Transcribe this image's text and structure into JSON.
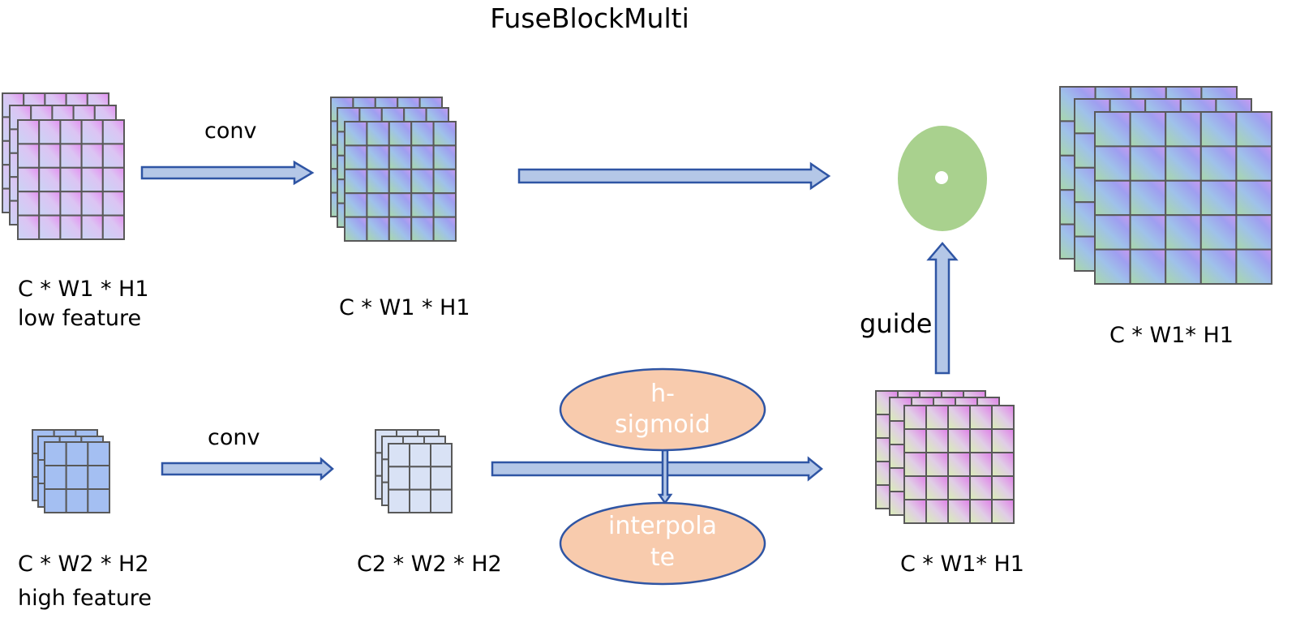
{
  "title": "FuseBlockMulti",
  "colors": {
    "arrow_fill": "#b4c7e7",
    "arrow_stroke": "#2f55a4",
    "op_ellipse": "#f8cbad",
    "fuse_circle": "#a9d18e",
    "grid_line": "#595959"
  },
  "top_row": {
    "conv_label": "conv",
    "low_feature": {
      "dims": "C * W1 * H1",
      "name": "low feature"
    },
    "conv_output": {
      "dims": "C * W1 * H1"
    },
    "fused_output": {
      "dims": "C * W1* H1"
    }
  },
  "guide_label": "guide",
  "bottom_row": {
    "conv_label": "conv",
    "high_feature": {
      "dims": "C * W2 * H2",
      "name": "high feature"
    },
    "conv_output": {
      "dims": "C2 * W2 * H2"
    },
    "hsigmoid": {
      "line1": "h-",
      "line2": "sigmoid"
    },
    "interpolate": {
      "line1": "interpola",
      "line2": "te"
    },
    "upsampled": {
      "dims": "C * W1* H1"
    }
  }
}
